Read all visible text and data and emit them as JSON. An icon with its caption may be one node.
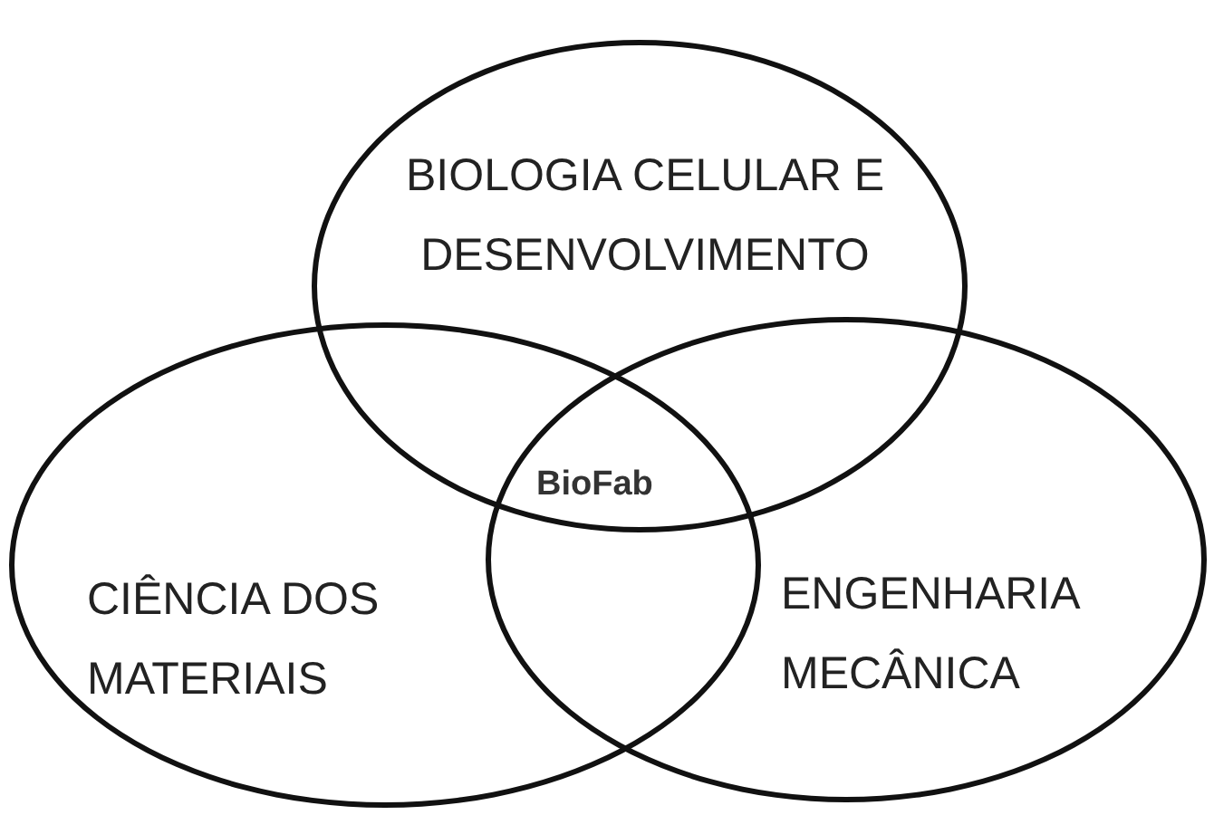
{
  "diagram": {
    "nodes": [
      {
        "text": [
          "BIOLOGIA CELULAR E DESENVOLVIMENTO"
        ]
      },
      {
        "text": [
          "CIÊNCIA DOS MATERIAIS"
        ]
      },
      {
        "text": [
          "ENGENHARIA MECÂNICA"
        ]
      }
    ],
    "labels": [
      "BioFab"
    ]
  }
}
